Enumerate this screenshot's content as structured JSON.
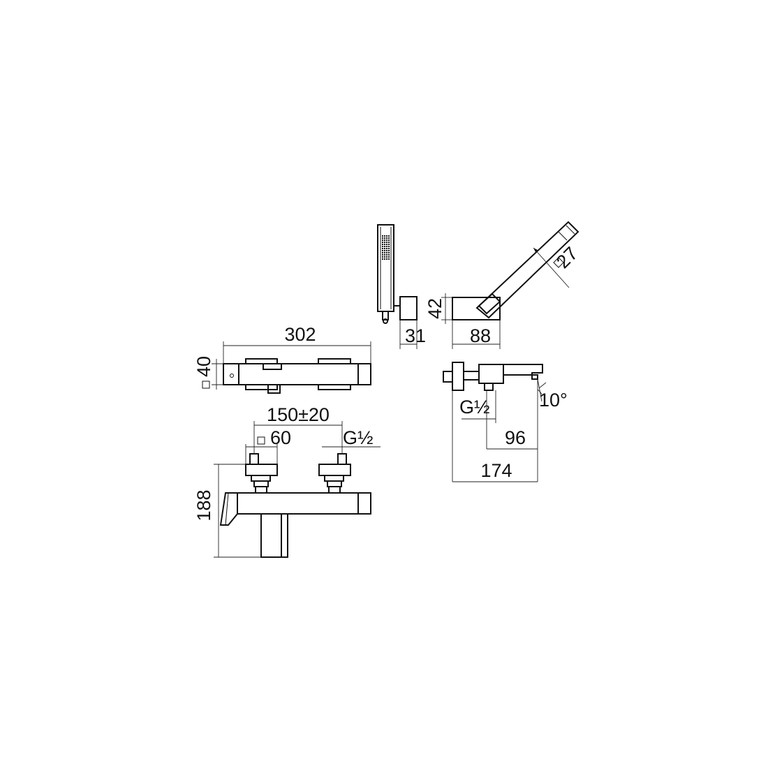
{
  "dimensions": {
    "width_total": "302",
    "body_square": "40",
    "inlet_centers": "150±20",
    "escutcheon_square": "60",
    "inlet_thread": "G½",
    "height_total": "188",
    "handshower_holder_width": "31",
    "holder_height": "42",
    "holder_depth": "88",
    "handshower_square": "27",
    "side_thread": "G½",
    "spout_to_inlet": "96",
    "depth_total": "174",
    "spout_angle": "10°"
  }
}
